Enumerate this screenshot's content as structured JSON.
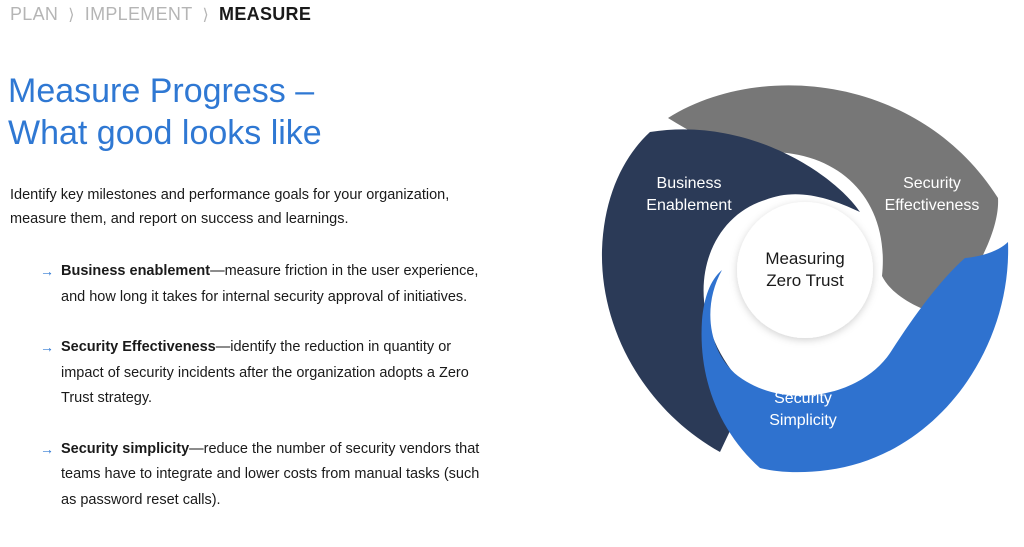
{
  "breadcrumb": {
    "plan": "PLAN",
    "implement": "IMPLEMENT",
    "measure": "MEASURE",
    "separator": "⟩"
  },
  "title": {
    "line1": "Measure Progress –",
    "line2": "What good looks like"
  },
  "intro": {
    "line1": "Identify key milestones and performance goals for your organization,",
    "line2": "measure them, and report on success and learnings."
  },
  "items": [
    {
      "heading": "Business enablement",
      "line1": "—measure friction in the user experience,",
      "line2": "and how long it takes for internal security approval of initiatives.",
      "line3": ""
    },
    {
      "heading": "Security Effectiveness",
      "line1": "—identify the reduction in quantity or",
      "line2": "impact of security incidents after the organization adopts a Zero",
      "line3": "Trust strategy."
    },
    {
      "heading": "Security simplicity",
      "line1": "—reduce the number of security vendors that",
      "line2": "teams have to integrate and lower costs from manual tasks (such",
      "line3": "as password reset calls)."
    }
  ],
  "diagram": {
    "center_line1": "Measuring",
    "center_line2": "Zero Trust",
    "segments": [
      {
        "line1": "Business",
        "line2": "Enablement",
        "color": "#2b3a57"
      },
      {
        "line1": "Security",
        "line2": "Effectiveness",
        "color": "#777777"
      },
      {
        "line1": "Security",
        "line2": "Simplicity",
        "color": "#2f72cf"
      }
    ]
  },
  "colors": {
    "accent": "#2f78d3",
    "breadcrumb_inactive": "#b5b5b5"
  }
}
